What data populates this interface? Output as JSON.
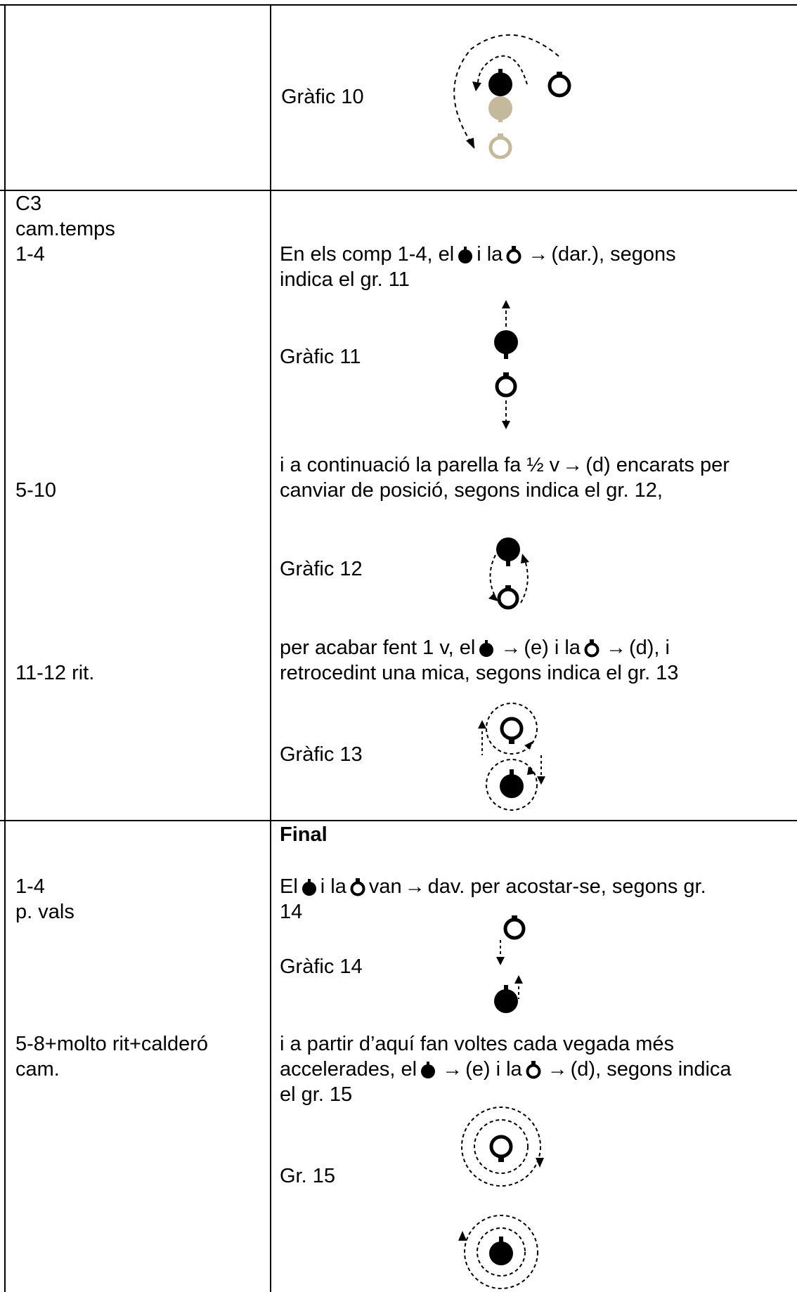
{
  "colors": {
    "man": "#000000",
    "woman_outline": "#000000",
    "faded": "#c4b99c",
    "line": "#000000"
  },
  "icons": {
    "man": "filled-dancer-icon",
    "woman": "ring-dancer-icon",
    "arrow": "right-arrow-icon"
  },
  "rows": {
    "g10": {
      "label": "Gràfic 10"
    },
    "c3": {
      "section": "C3",
      "sub": "cam.temps",
      "m1": "1-4",
      "p1_a": "En els comp 1-4, el",
      "p1_b": "i la",
      "p1_c": "(dar.), segons",
      "p1_d": "indica el gr. 11",
      "g11": "Gràfic 11",
      "m2": "5-10",
      "p2_a": "i a continuació la parella fa ½  v",
      "p2_b": "(d) encarats per",
      "p2_c": "canviar de posició,  segons indica el gr. 12,",
      "g12": "Gràfic 12",
      "m3": "11-12 rit.",
      "p3_a": "per acabar fent 1 v, el",
      "p3_b": "(e) i la",
      "p3_c": "(d),  i",
      "p3_d": "retrocedint una mica, segons indica el  gr. 13",
      "g13": "Gràfic 13"
    },
    "final": {
      "title": "Final",
      "m1": "1-4",
      "m1b": "p. vals",
      "p1_a": "El",
      "p1_b": "i la",
      "p1_c": "van",
      "p1_d": "dav. per acostar-se, segons gr.",
      "p1_e": "14",
      "g14": " Gràfic 14",
      "m2": "5-8+molto rit+calderó",
      "m2b": "cam.",
      "p2_a": "i a partir d’aquí fan voltes cada vegada més",
      "p2_b": "accelerades, el",
      "p2_c": "(e) i la",
      "p2_d": "(d), segons indica",
      "p2_e": "el gr. 15",
      "g15": "Gr. 15"
    }
  }
}
